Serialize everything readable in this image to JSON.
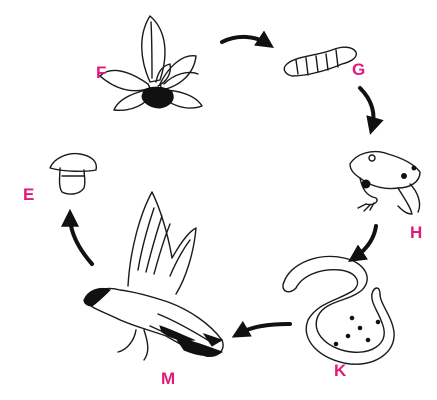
{
  "colors": {
    "label": "#e2187b",
    "ink": "#111111",
    "background": "#ffffff"
  },
  "nodes": [
    {
      "id": "F",
      "label": "F",
      "icon": "plant-icon"
    },
    {
      "id": "G",
      "label": "G",
      "icon": "caterpillar-icon"
    },
    {
      "id": "H",
      "label": "H",
      "icon": "frog-icon"
    },
    {
      "id": "K",
      "label": "K",
      "icon": "snake-icon"
    },
    {
      "id": "M",
      "label": "M",
      "icon": "hawk-icon"
    },
    {
      "id": "E",
      "label": "E",
      "icon": "mushroom-icon"
    }
  ],
  "edges": [
    {
      "from": "F",
      "to": "G"
    },
    {
      "from": "G",
      "to": "H"
    },
    {
      "from": "H",
      "to": "K"
    },
    {
      "from": "K",
      "to": "M"
    },
    {
      "from": "M",
      "to": "E"
    }
  ]
}
